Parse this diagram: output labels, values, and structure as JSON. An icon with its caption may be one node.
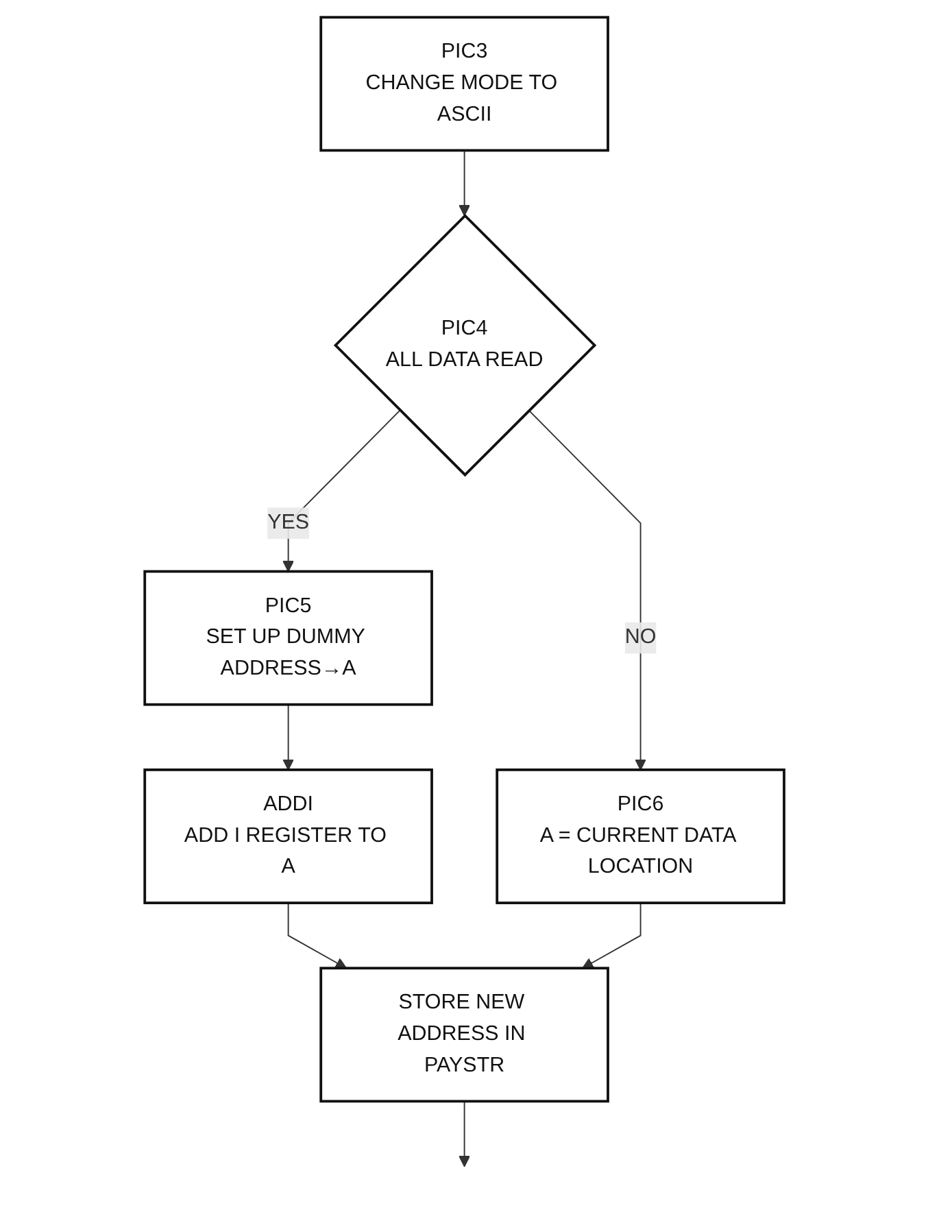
{
  "diagram": {
    "nodes": [
      {
        "text": [
          "PIC3",
          "CHANGE MODE TO ASCII"
        ]
      },
      {
        "text": [
          "PIC4",
          "ALL DATA READ"
        ]
      },
      {
        "text": [
          "PIC6",
          "A = CURRENT DATA LOCATION"
        ]
      },
      {
        "text": [
          "PIC5",
          "SET UP DUMMY ADDRESS→A"
        ]
      },
      {
        "text": [
          "ADDI",
          "ADD I REGISTER TO A"
        ]
      },
      {
        "text": [
          "STORE NEW ADDRESS IN PAYSTR"
        ]
      }
    ],
    "edges": [
      {
        "from": 0,
        "to": 1,
        "arrow": "to"
      },
      {
        "from": 1,
        "to": 3,
        "arrow": "to",
        "label": "YES"
      },
      {
        "from": 1,
        "to": 2,
        "arrow": "to",
        "label": "NO"
      },
      {
        "from": 3,
        "to": 4,
        "arrow": "to"
      },
      {
        "from": 4,
        "to": 5,
        "arrow": "to"
      },
      {
        "from": 2,
        "to": 5,
        "arrow": "to"
      },
      {
        "from": 5,
        "to": null,
        "arrow": "to"
      }
    ]
  }
}
